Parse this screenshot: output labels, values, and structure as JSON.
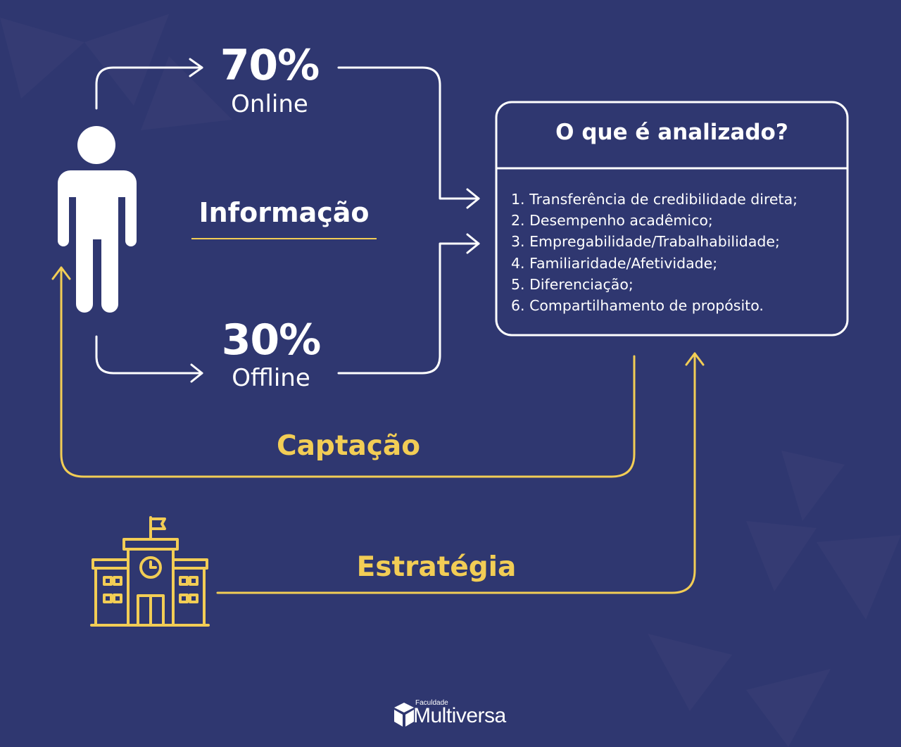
{
  "online": {
    "percent": "70%",
    "label": "Online"
  },
  "offline": {
    "percent": "30%",
    "label": "Offline"
  },
  "center_label": "Informação",
  "box": {
    "title": "O que é analizado?",
    "items": [
      "1. Transferência de credibilidade direta;",
      "2. Desempenho acadêmico;",
      "3. Empregabilidade/Trabalhabilidade;",
      "4. Familiaridade/Afetividade;",
      "5. Diferenciação;",
      "6. Compartilhamento de propósito."
    ]
  },
  "captacao_label": "Captação",
  "estrategia_label": "Estratégia",
  "logo": {
    "small": "Faculdade",
    "big": "Multiversa"
  },
  "colors": {
    "background": "#2f3770",
    "white": "#ffffff",
    "accent": "#f2cd55"
  },
  "icons": [
    "person-icon",
    "school-building-icon",
    "clock-icon",
    "flag-icon",
    "logo-cube-icon"
  ]
}
